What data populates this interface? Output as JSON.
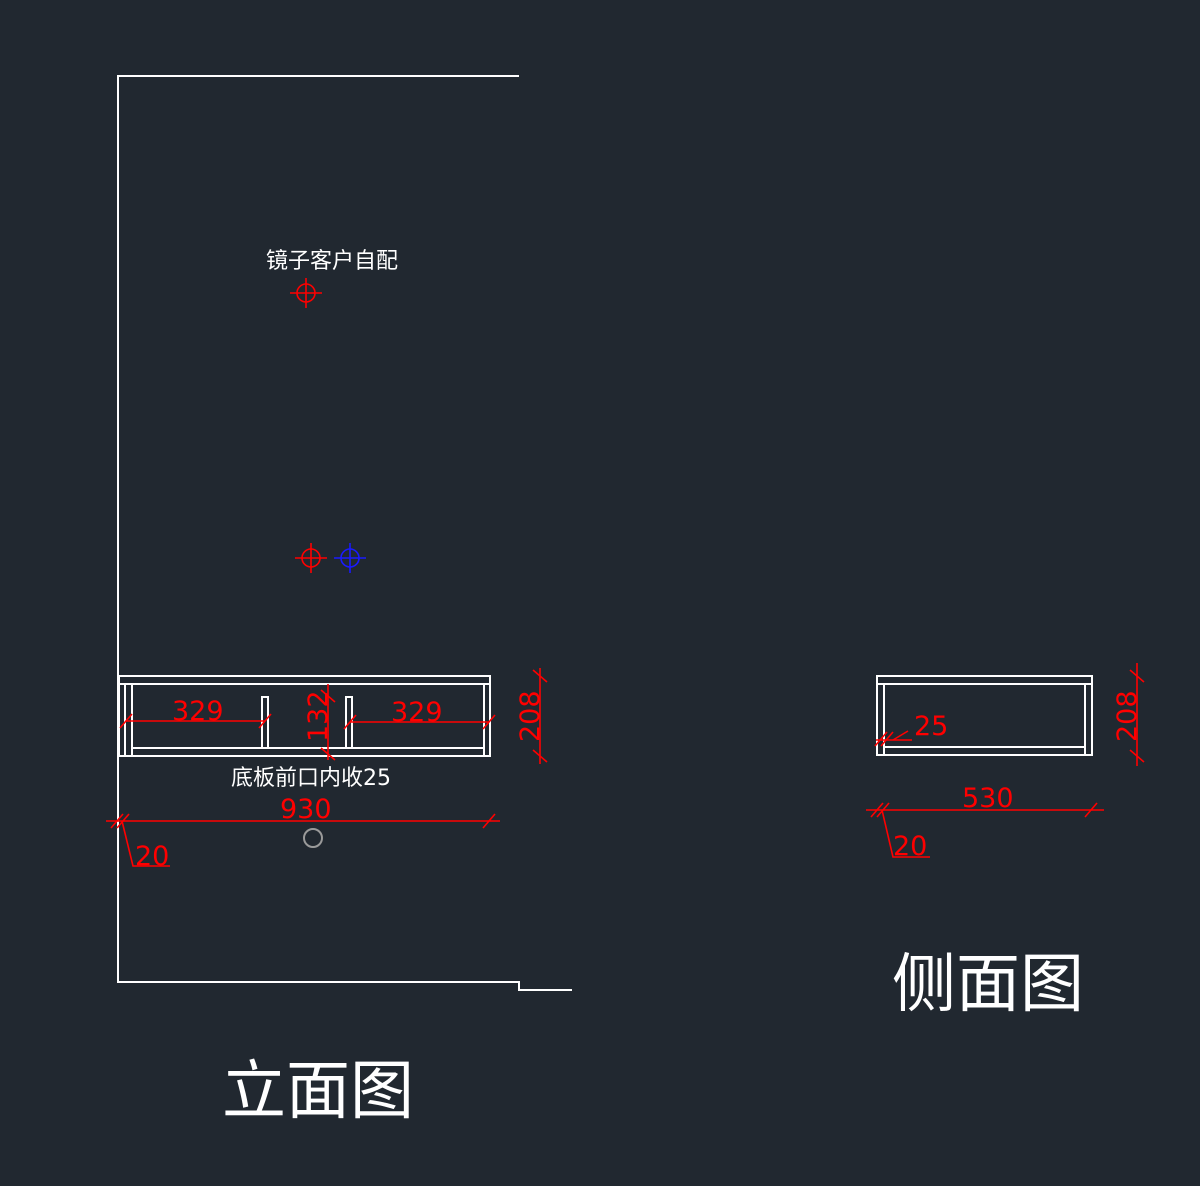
{
  "colors": {
    "background": "#212830",
    "outline": "#ffffff",
    "dimension": "#ff0000",
    "marker_blue": "#1a1aff",
    "circle": "#9a9a9a"
  },
  "labels": {
    "mirror_note": "镜子客户自配",
    "bottom_note": "底板前口内收25",
    "elevation_title": "立面图",
    "side_title": "侧面图"
  },
  "elevation": {
    "dim_left_width": "329",
    "dim_right_width": "329",
    "dim_gap": "132",
    "dim_height": "208",
    "dim_total": "930",
    "dim_panel": "20"
  },
  "side": {
    "dim_inset": "25",
    "dim_height": "208",
    "dim_depth": "530",
    "dim_panel": "20"
  }
}
